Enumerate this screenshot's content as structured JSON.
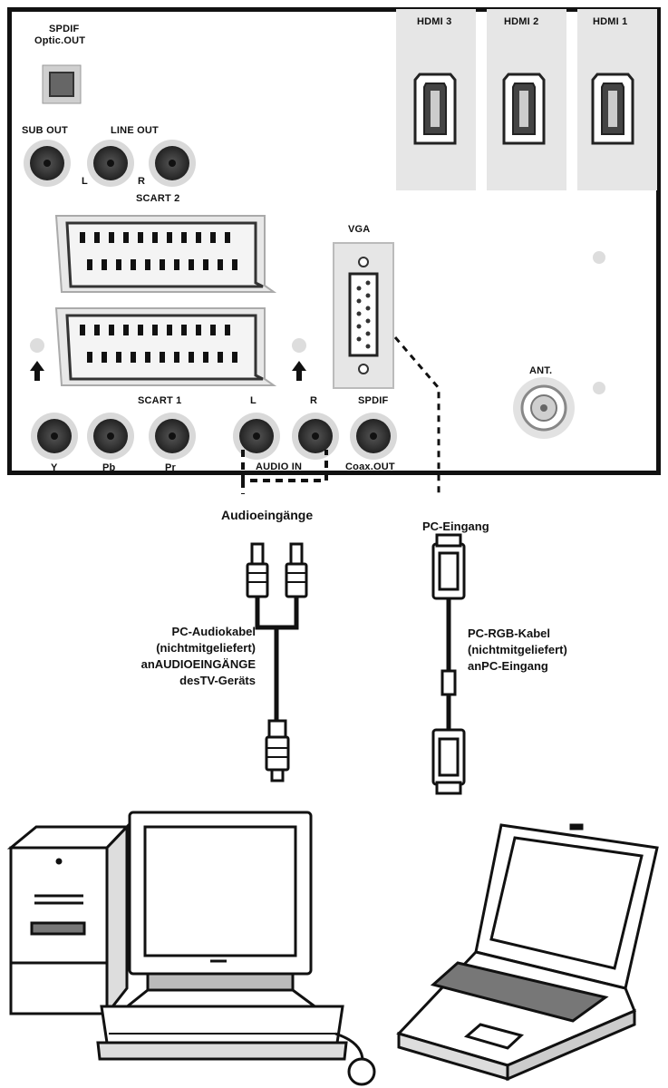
{
  "panel": {
    "spdif_optic": [
      "SPDIF",
      "Optic.OUT"
    ],
    "hdmi": [
      "HDMI 3",
      "HDMI 2",
      "HDMI 1"
    ],
    "sub_out": "SUB OUT",
    "line_out": "LINE OUT",
    "line_l": "L",
    "line_r": "R",
    "scart2": "SCART 2",
    "scart1": "SCART 1",
    "vga": "VGA",
    "ant": "ANT.",
    "audio_l": "L",
    "audio_r": "R",
    "spdif_coax_top": "SPDIF",
    "component": [
      "Y",
      "Pb",
      "Pr"
    ],
    "audio_in": "AUDIO IN",
    "coax_out": "Coax.OUT"
  },
  "connection": {
    "audio_inputs_title": "Audioeingänge",
    "pc_input_title": "PC-Eingang",
    "audio_cable_caption": "PC-Audiokabel\n(nichtmitgeliefert)\nanAUDIOEINGÄNGE\ndesTV-Geräts",
    "rgb_cable_caption": "PC-RGB-Kabel\n(nichtmitgeliefert)\nanPC-Eingang"
  }
}
